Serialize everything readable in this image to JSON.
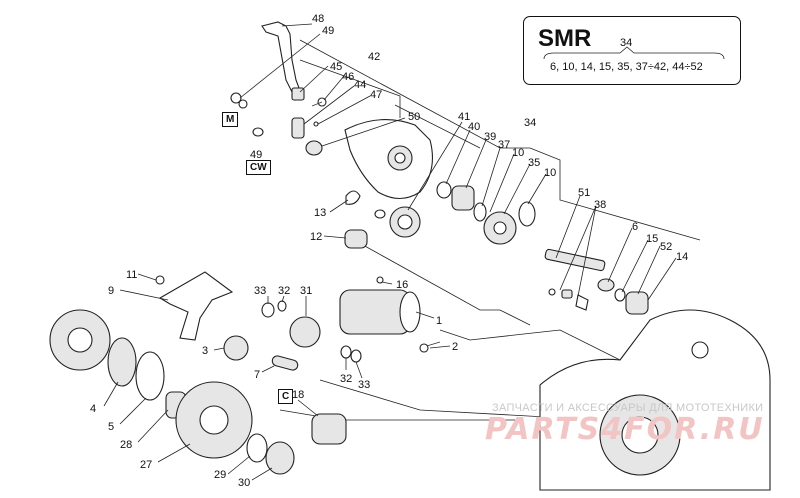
{
  "legend": {
    "title": "SMR",
    "ref": "34",
    "list": "6, 10, 14, 15, 35, 37÷42, 44÷52"
  },
  "boxes": {
    "m": "M",
    "cw": "CW",
    "c": "C"
  },
  "callouts": [
    {
      "id": "c48",
      "text": "48"
    },
    {
      "id": "c49a",
      "text": "49"
    },
    {
      "id": "c42",
      "text": "42"
    },
    {
      "id": "c45",
      "text": "45"
    },
    {
      "id": "c46",
      "text": "46"
    },
    {
      "id": "c44",
      "text": "44"
    },
    {
      "id": "c47",
      "text": "47"
    },
    {
      "id": "c50",
      "text": "50"
    },
    {
      "id": "c49b",
      "text": "49"
    },
    {
      "id": "c41",
      "text": "41"
    },
    {
      "id": "c40",
      "text": "40"
    },
    {
      "id": "c34",
      "text": "34"
    },
    {
      "id": "c39",
      "text": "39"
    },
    {
      "id": "c37",
      "text": "37"
    },
    {
      "id": "c10a",
      "text": "10"
    },
    {
      "id": "c35",
      "text": "35"
    },
    {
      "id": "c10b",
      "text": "10"
    },
    {
      "id": "c13",
      "text": "13"
    },
    {
      "id": "c12",
      "text": "12"
    },
    {
      "id": "c51",
      "text": "51"
    },
    {
      "id": "c38",
      "text": "38"
    },
    {
      "id": "c6",
      "text": "6"
    },
    {
      "id": "c15",
      "text": "15"
    },
    {
      "id": "c52",
      "text": "52"
    },
    {
      "id": "c14",
      "text": "14"
    },
    {
      "id": "c11",
      "text": "11"
    },
    {
      "id": "c9",
      "text": "9"
    },
    {
      "id": "c16",
      "text": "16"
    },
    {
      "id": "c33a",
      "text": "33"
    },
    {
      "id": "c32a",
      "text": "32"
    },
    {
      "id": "c31",
      "text": "31"
    },
    {
      "id": "c1",
      "text": "1"
    },
    {
      "id": "c2",
      "text": "2"
    },
    {
      "id": "c3",
      "text": "3"
    },
    {
      "id": "c7",
      "text": "7"
    },
    {
      "id": "c32b",
      "text": "32"
    },
    {
      "id": "c33b",
      "text": "33"
    },
    {
      "id": "c18",
      "text": "18"
    },
    {
      "id": "c4",
      "text": "4"
    },
    {
      "id": "c5",
      "text": "5"
    },
    {
      "id": "c28",
      "text": "28"
    },
    {
      "id": "c27",
      "text": "27"
    },
    {
      "id": "c29",
      "text": "29"
    },
    {
      "id": "c30",
      "text": "30"
    }
  ],
  "watermark": {
    "text": "ЗАПЧАСТИ И АКСЕССУАРЫ ДЛЯ МОТОТЕХНИКИ",
    "logo": "PARTS4FOR.RU"
  }
}
